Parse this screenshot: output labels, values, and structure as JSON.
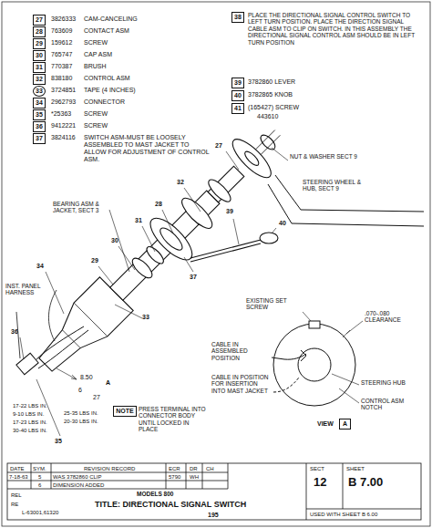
{
  "diagram": {
    "nodes": [
      {
        "text": [
          "27"
        ]
      },
      {
        "text": [
          "28"
        ]
      },
      {
        "text": [
          "29"
        ]
      },
      {
        "text": [
          "30"
        ]
      },
      {
        "text": [
          "31"
        ]
      },
      {
        "text": [
          "32"
        ]
      },
      {
        "text": [
          "33"
        ]
      },
      {
        "text": [
          "34"
        ]
      },
      {
        "text": [
          "35"
        ]
      },
      {
        "text": [
          "36"
        ]
      },
      {
        "text": [
          "37"
        ]
      },
      {
        "text": [
          "38"
        ]
      },
      {
        "text": [
          "39"
        ]
      },
      {
        "text": [
          "40"
        ]
      },
      {
        "text": [
          "41"
        ]
      },
      {
        "text": [
          "NOTE"
        ]
      },
      {
        "text": [
          "A"
        ]
      }
    ],
    "labels": [
      "3826333",
      "CAM-CANCELING",
      "763609",
      "CONTACT ASM",
      "159612",
      "SCREW",
      "765747",
      "CAP ASM",
      "770387",
      "BRUSH",
      "838180",
      "CONTROL ASM",
      "3724851",
      "TAPE (4 INCHES)",
      "2962793",
      "CONNECTOR",
      "*25363",
      "SCREW",
      "9412221",
      "SCREW",
      "3824116",
      "SWITCH ASM-MUST BE LOOSELY ASSEMBLED TO MAST JACKET TO ALLOW FOR ADJUSTMENT OF CONTROL ASM.",
      "PLACE THE DIRECTIONAL SIGNAL CONTROL SWITCH TO LEFT TURN POSITION. PLACE THE DIRECTION SIGNAL CABLE ASM TO CLIP ON SWITCH. IN THIS ASSEMBLY THE DIRECTIONAL SIGNAL CONTROL ASM SHOULD BE IN LEFT TURN POSITION",
      "3782860 LEVER",
      "3782865 KNOB",
      "(165427) SCREW",
      "443610",
      "NUT & WASHER SECT 9",
      "STEERING WHEEL & HUB, SECT 9",
      "BEARING ASM & JACKET, SECT 3",
      "INST. PANEL HARNESS",
      "8.50",
      "6",
      "A",
      "27",
      "17-22 LBS IN.",
      "9-10 LBS IN.",
      "17-23 LBS IN.",
      "30-40 LBS IN.",
      "25-35 LBS IN.",
      "20-30 LBS IN.",
      "PRESS TERMINAL INTO CONNECTOR BODY UNTIL LOCKED IN PLACE",
      "EXISTING SET SCREW",
      ".070-.080 CLEARANCE",
      "CABLE IN ASSEMBLED POSITION",
      "STEERING HUB",
      "CONTROL ASM NOTCH",
      "CABLE IN POSITION FOR INSERTION INTO MAST JACKET",
      "VIEW",
      "DATE",
      "SYM.",
      "REVISION RECORD",
      "ECR",
      "DR",
      "CH",
      "7-18-63",
      "5",
      "WAS 3782860 CLIP",
      "5790",
      "WH",
      "6",
      "DIMENSION ADDED",
      "REL",
      "RE",
      "L-63001,61320",
      "MODELS 800",
      "TITLE: DIRECTIONAL SIGNAL SWITCH",
      "195",
      "SECT",
      "12",
      "SHEET",
      "B 7.00",
      "USED WITH SHEET B 6.00",
      "34",
      "36",
      "35",
      "29",
      "30",
      "31",
      "28",
      "32",
      "27",
      "37",
      "33",
      "39",
      "40"
    ]
  }
}
